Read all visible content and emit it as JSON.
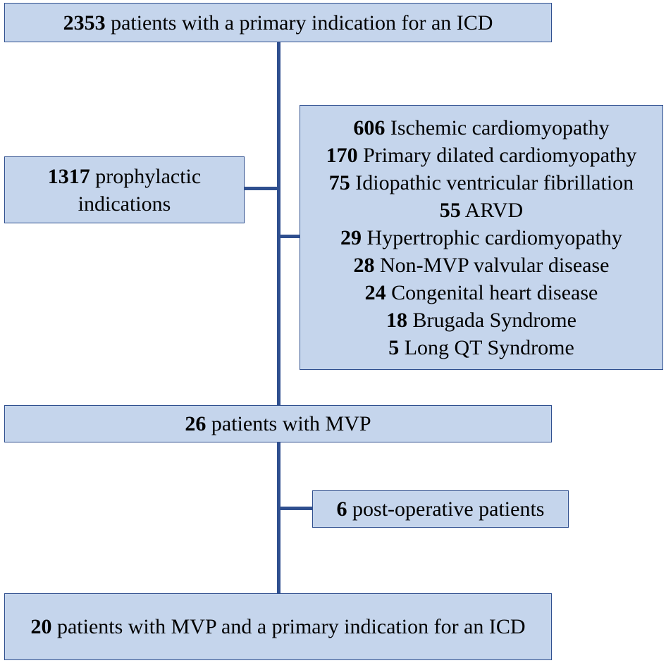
{
  "boxes": {
    "total": {
      "count": "2353",
      "text": " patients with a primary indication for an ICD"
    },
    "prophylactic": {
      "count": "1317",
      "text": " prophylactic indications"
    },
    "causes": [
      {
        "count": "606",
        "text": " Ischemic cardiomyopathy"
      },
      {
        "count": "170",
        "text": " Primary dilated cardiomyopathy"
      },
      {
        "count": "75",
        "text": " Idiopathic ventricular fibrillation"
      },
      {
        "count": "55",
        "text": " ARVD"
      },
      {
        "count": "29",
        "text": " Hypertrophic cardiomyopathy"
      },
      {
        "count": "28",
        "text": " Non-MVP valvular disease"
      },
      {
        "count": "24",
        "text": " Congenital heart disease"
      },
      {
        "count": "18",
        "text": " Brugada Syndrome"
      },
      {
        "count": "5",
        "text": " Long QT Syndrome"
      }
    ],
    "mvp": {
      "count": "26",
      "text": " patients with MVP"
    },
    "postop": {
      "count": "6",
      "text": " post-operative patients"
    },
    "final": {
      "count": "20",
      "text": " patients with MVP and a primary indication for an ICD"
    }
  },
  "colors": {
    "box_fill": "#c5d5ec",
    "box_border": "#2f4f8f",
    "connector": "#2f4f8f"
  }
}
